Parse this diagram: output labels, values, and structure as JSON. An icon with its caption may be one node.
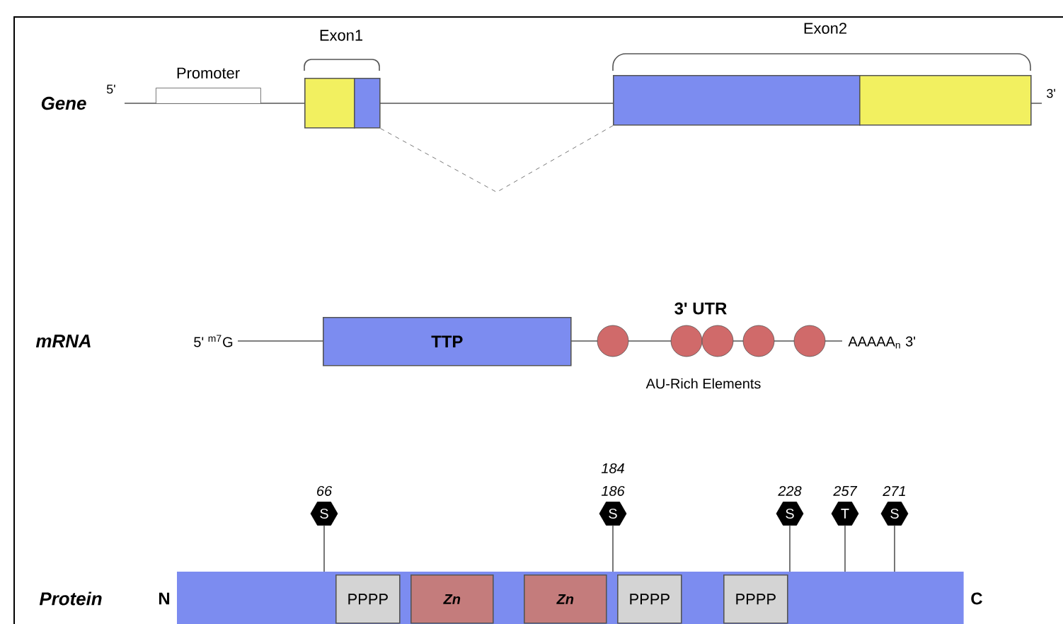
{
  "diagram": {
    "nodes": [
      {
        "text": [
          "Promoter"
        ]
      },
      {
        "text": [],
        "shape": "box"
      },
      {
        "text": [],
        "shape": "box"
      },
      {
        "text": [],
        "shape": "box"
      },
      {
        "text": [],
        "shape": "box"
      },
      {
        "text": [
          "TTP"
        ]
      },
      {
        "text": [],
        "shape": "circle"
      },
      {
        "text": [],
        "shape": "circle"
      },
      {
        "text": [],
        "shape": "circle"
      },
      {
        "text": [],
        "shape": "circle"
      },
      {
        "text": [],
        "shape": "circle"
      },
      {
        "text": [],
        "shape": "bar"
      },
      {
        "text": [
          "PPPP"
        ],
        "in": 11
      },
      {
        "text": [
          "*Zn*"
        ],
        "in": 11
      },
      {
        "text": [
          "*Zn*"
        ],
        "in": 11
      },
      {
        "text": [
          "PPPP"
        ],
        "in": 11
      },
      {
        "text": [
          "PPPP"
        ],
        "in": 11
      },
      {
        "text": [
          "S"
        ],
        "beside": [
          "66"
        ]
      },
      {
        "text": [
          "S"
        ],
        "beside": [
          "184",
          "186"
        ]
      },
      {
        "text": [
          "S"
        ],
        "beside": [
          "228"
        ]
      },
      {
        "text": [
          "T"
        ],
        "beside": [
          "257"
        ]
      },
      {
        "text": [
          "S"
        ],
        "beside": [
          "271"
        ]
      }
    ],
    "edges": [
      {
        "from": 2,
        "to": 3,
        "arrow": "none",
        "style": "dashed"
      },
      {
        "from": 17,
        "to": 11,
        "arrow": "none"
      },
      {
        "from": 18,
        "to": 11,
        "arrow": "none"
      },
      {
        "from": 19,
        "to": 11,
        "arrow": "none"
      },
      {
        "from": 20,
        "to": 11,
        "arrow": "none"
      },
      {
        "from": 21,
        "to": 11,
        "arrow": "none"
      }
    ],
    "labels": [
      "Exon1",
      "Exon2",
      "Gene",
      "5'",
      "3'",
      "mRNA",
      "5' $^{m7}$G",
      "3' UTR",
      "AAAAA$_{n}$ 3'",
      "AU-Rich Elements",
      "Protein",
      "N",
      "C"
    ]
  }
}
